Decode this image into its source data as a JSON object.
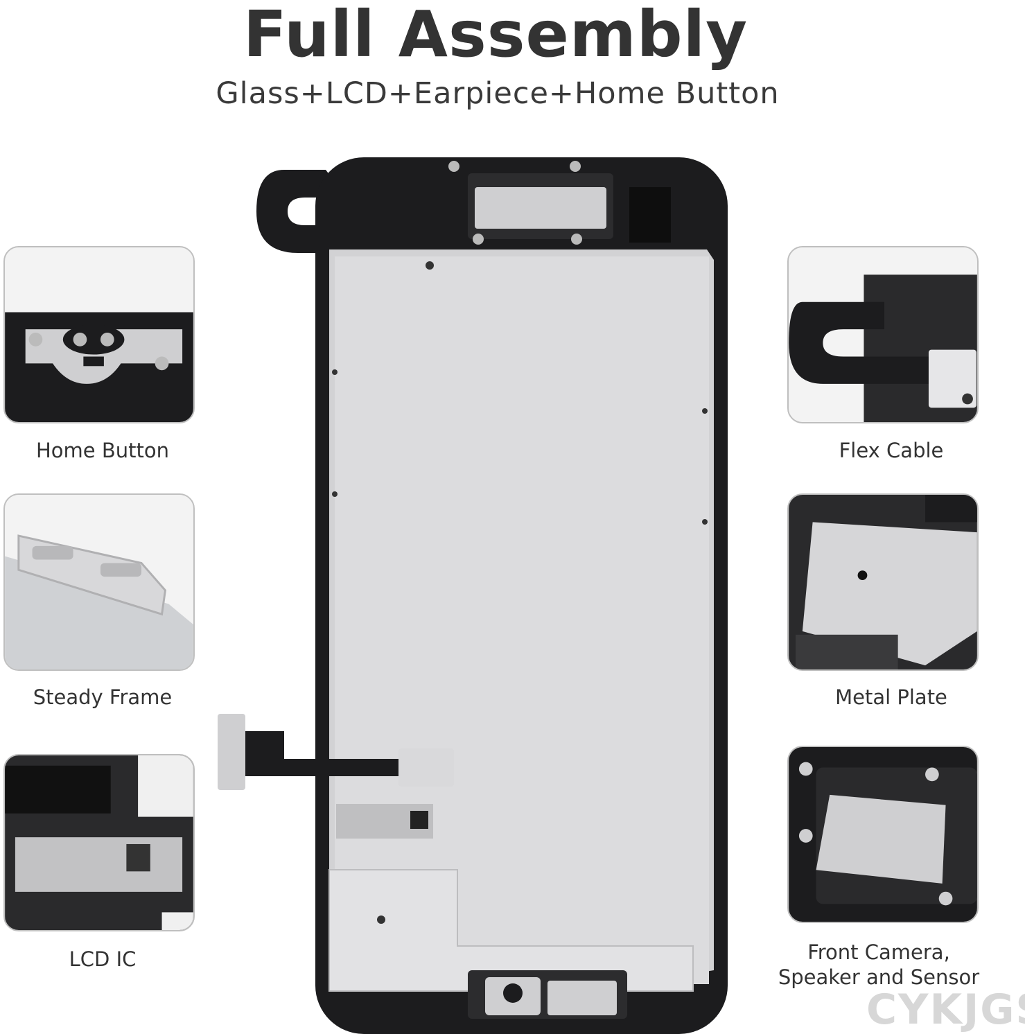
{
  "header": {
    "title": "Full Assembly",
    "subtitle": "Glass+LCD+Earpiece+Home Button"
  },
  "features_left": [
    {
      "label": "Home Button"
    },
    {
      "label": "Steady Frame"
    },
    {
      "label": "LCD IC"
    }
  ],
  "features_right": [
    {
      "label": "Flex Cable"
    },
    {
      "label": "Metal Plate"
    },
    {
      "label": "Front Camera,",
      "label_line2": "Speaker and Sensor"
    }
  ],
  "watermark": "CYKJGS",
  "colors": {
    "text": "#333333",
    "tile_border": "#bfbfbf",
    "frame_black": "#1c1c1e",
    "metal": "#cfcfd1"
  }
}
